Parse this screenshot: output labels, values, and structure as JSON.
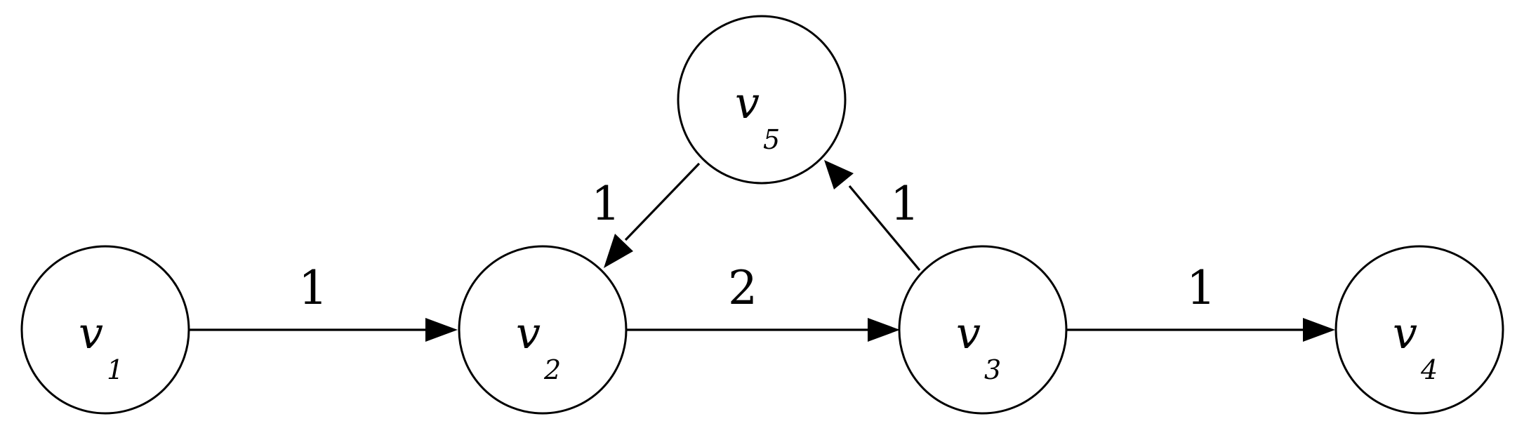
{
  "graph": {
    "nodes": [
      {
        "id": "v1",
        "letter": "v",
        "subscript": "1"
      },
      {
        "id": "v2",
        "letter": "v",
        "subscript": "2"
      },
      {
        "id": "v3",
        "letter": "v",
        "subscript": "3"
      },
      {
        "id": "v4",
        "letter": "v",
        "subscript": "4"
      },
      {
        "id": "v5",
        "letter": "v",
        "subscript": "5"
      }
    ],
    "edges": [
      {
        "from": "v1",
        "to": "v2",
        "weight": "1"
      },
      {
        "from": "v2",
        "to": "v3",
        "weight": "2"
      },
      {
        "from": "v3",
        "to": "v4",
        "weight": "1"
      },
      {
        "from": "v3",
        "to": "v5",
        "weight": "1"
      },
      {
        "from": "v5",
        "to": "v2",
        "weight": "1"
      }
    ],
    "colors": {
      "stroke": "#000000",
      "fill": "#ffffff"
    }
  }
}
